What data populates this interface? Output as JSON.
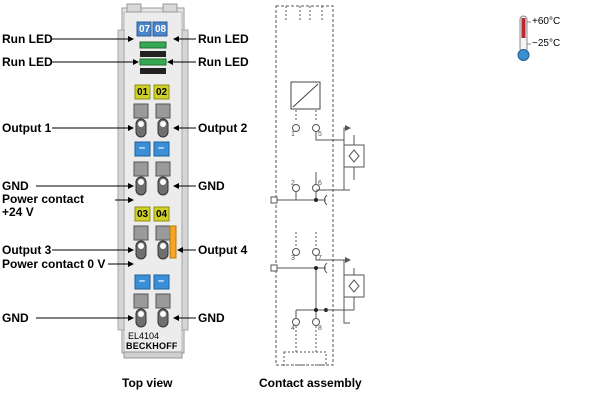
{
  "left_labels": [
    "Run LED",
    "Run LED",
    "Output 1",
    "GND",
    "Power contact",
    "+24 V",
    "Output 3",
    "Power contact 0 V",
    "GND"
  ],
  "right_labels": [
    "Run LED",
    "Run LED",
    "Output 2",
    "GND",
    "Output 4",
    "GND"
  ],
  "module": {
    "led_labels": [
      "07",
      "08"
    ],
    "channel_labels_a": [
      "01",
      "02"
    ],
    "channel_labels_b": [
      "03",
      "04"
    ],
    "separator_labels": [
      "–",
      "–"
    ],
    "model": "EL4104",
    "brand": "BECKHOFF"
  },
  "contacts": {
    "left_numbers": [
      "1",
      "2",
      "3",
      "4"
    ],
    "right_numbers": [
      "5",
      "6",
      "7",
      "8"
    ]
  },
  "captions": {
    "top_view": "Top view",
    "contact_assembly": "Contact assembly"
  },
  "temperature": {
    "max": "+60°C",
    "min": "−25°C"
  },
  "colors": {
    "led_blue": "#4a84c8",
    "green": "#34a853",
    "yellow": "#cfd12a",
    "orange": "#f5a623",
    "sep_blue": "#3b8fd6"
  }
}
